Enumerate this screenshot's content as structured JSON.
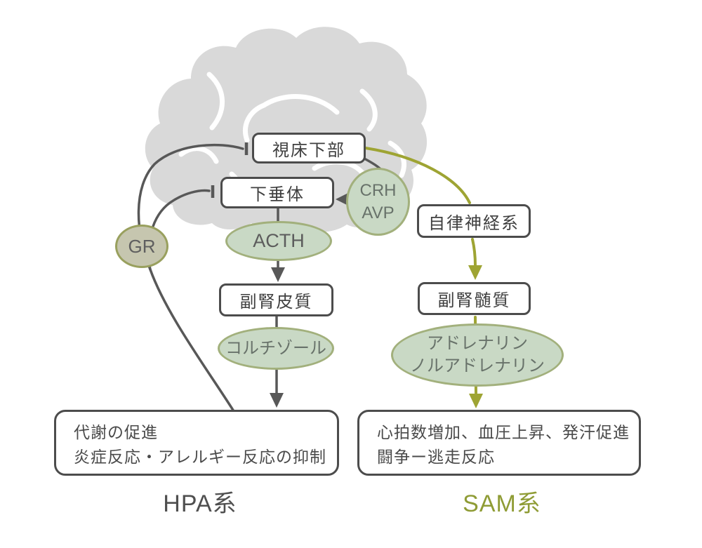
{
  "colors": {
    "line_gray": "#585858",
    "olive": "#9ea433",
    "olive_text": "#8f9c35",
    "node_green_fill": "#c9d9c5",
    "node_green_border": "#a2b07c",
    "gr_fill": "#c6c6af",
    "gr_border": "#99a05e",
    "node_text": "#68726a",
    "box_border": "#4c4c4c",
    "box_text": "#3f3f3f",
    "brain_gray": "#d9d9d9",
    "label_gray": "#4f4f4f"
  },
  "nodes": {
    "hypothalamus": {
      "label": "視床下部"
    },
    "pituitary": {
      "label": "下垂体"
    },
    "crh_avp": {
      "line1": "CRH",
      "line2": "AVP"
    },
    "gr": {
      "label": "GR"
    },
    "acth": {
      "label": "ACTH"
    },
    "adrenal_cortex": {
      "label": "副腎皮質"
    },
    "cortisol": {
      "label": "コルチゾール"
    },
    "autonomic_nervous_system": {
      "label": "自律神経系"
    },
    "adrenal_medulla": {
      "label": "副腎髄質"
    },
    "adrenaline": {
      "line1": "アドレナリン",
      "line2": "ノルアドレナリン"
    }
  },
  "effects": {
    "hpa": {
      "line1": "代謝の促進",
      "line2": "炎症反応・アレルギー反応の抑制"
    },
    "sam": {
      "line1": "心拍数増加、血圧上昇、発汗促進",
      "line2": "闘争ー逃走反応"
    }
  },
  "labels": {
    "hpa": "HPA系",
    "sam": "SAM系"
  }
}
